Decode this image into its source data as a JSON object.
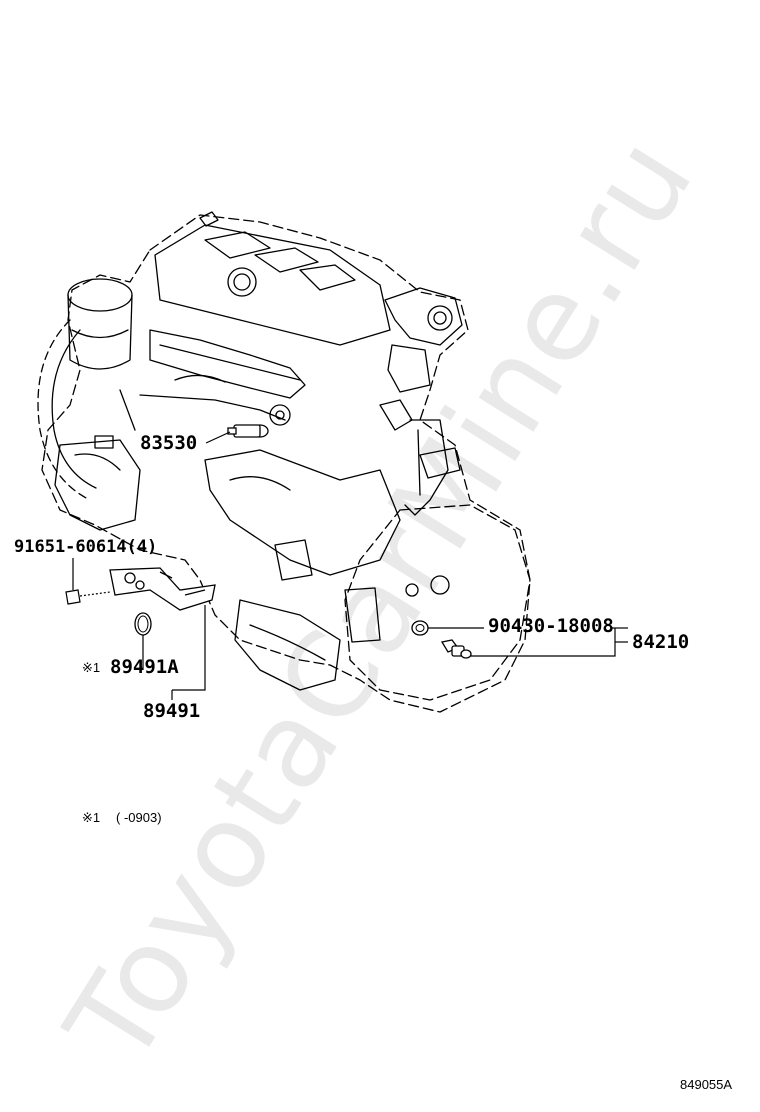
{
  "diagram": {
    "parts": {
      "p83530": "83530",
      "p91651": "91651-60614(4)",
      "p89491A_prefix": "※1",
      "p89491A": "89491A",
      "p89491": "89491",
      "p90430": "90430-18008",
      "p84210": "84210"
    },
    "footnote": {
      "mark": "※1",
      "range": "(     -0903)"
    },
    "figure_code": "849055A",
    "watermark": "ToyotaCarMine.ru"
  }
}
